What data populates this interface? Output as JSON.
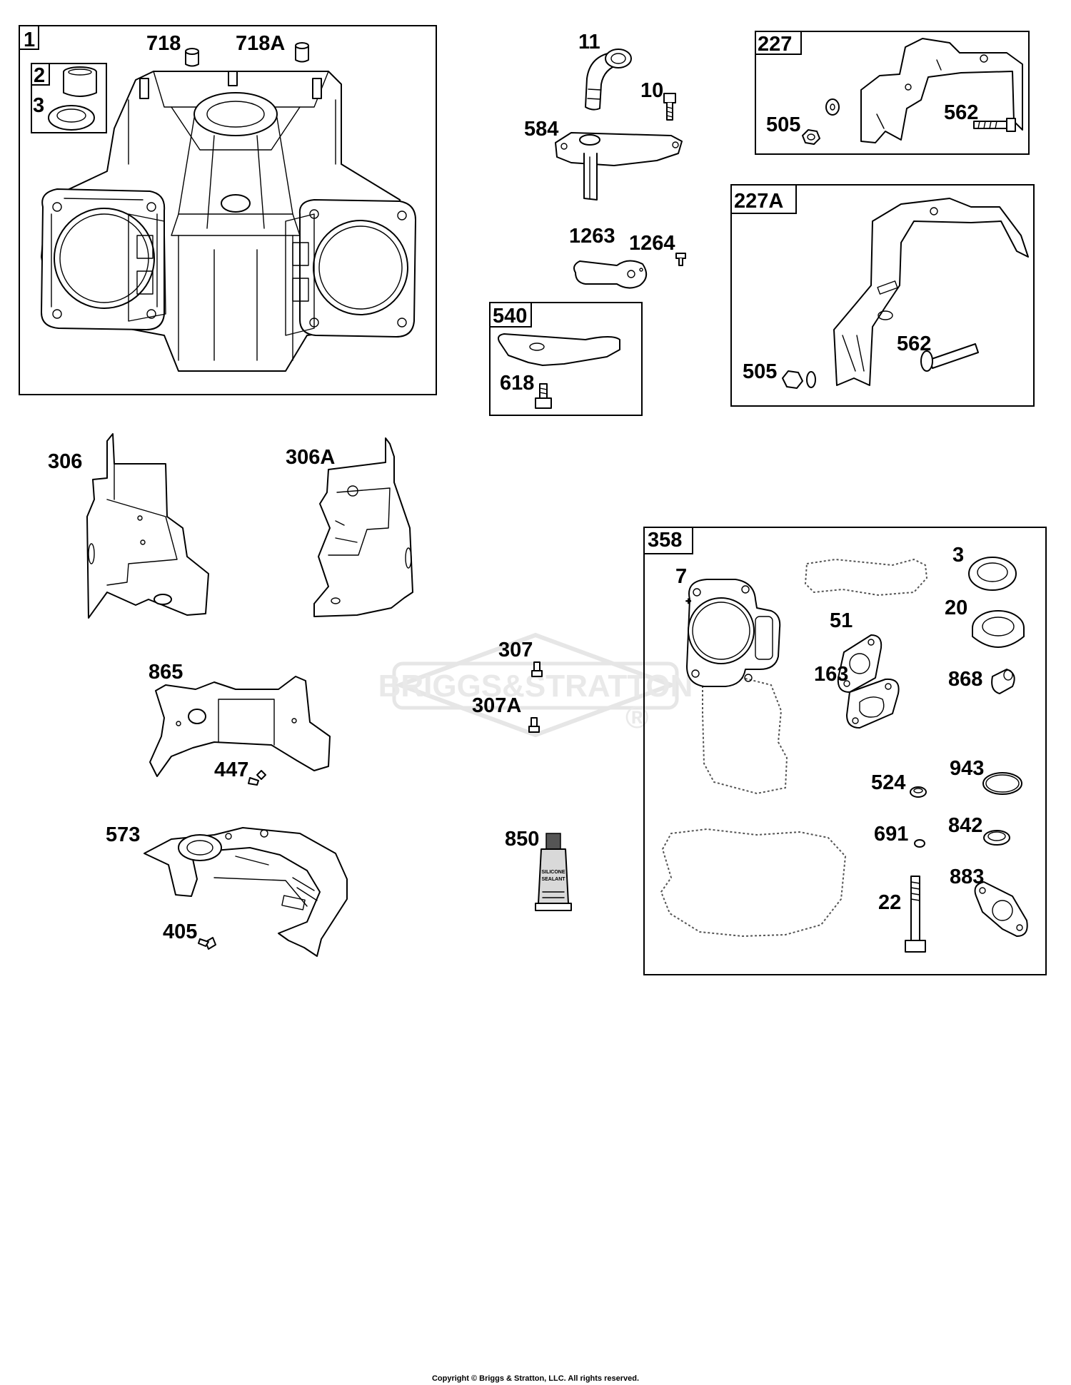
{
  "watermark": {
    "brand": "BRIGGS&STRATTON",
    "registered": "®"
  },
  "copyright": "Copyright © Briggs & Stratton, LLC. All rights reserved.",
  "boxes": {
    "b1": "1",
    "b2": "2",
    "b227": "227",
    "b227a": "227A",
    "b540": "540",
    "b358": "358"
  },
  "labels": {
    "p3_in1": "3",
    "p718": "718",
    "p718a": "718A",
    "p11": "11",
    "p10": "10",
    "p584": "584",
    "p1263": "1263",
    "p1264": "1264",
    "p618": "618",
    "p505_a": "505",
    "p562_a": "562",
    "p505_b": "505",
    "p562_b": "562",
    "p306": "306",
    "p306a": "306A",
    "p865": "865",
    "p447": "447",
    "p307": "307",
    "p307a": "307A",
    "p573": "573",
    "p405": "405",
    "p850": "850",
    "p7": "7",
    "p3_in358": "3",
    "p20": "20",
    "p51": "51",
    "p163": "163",
    "p868": "868",
    "p524": "524",
    "p943": "943",
    "p691": "691",
    "p842": "842",
    "p22": "22",
    "p883": "883"
  },
  "tube_text": {
    "line1": "SILICONE",
    "line2": "SEALANT"
  }
}
